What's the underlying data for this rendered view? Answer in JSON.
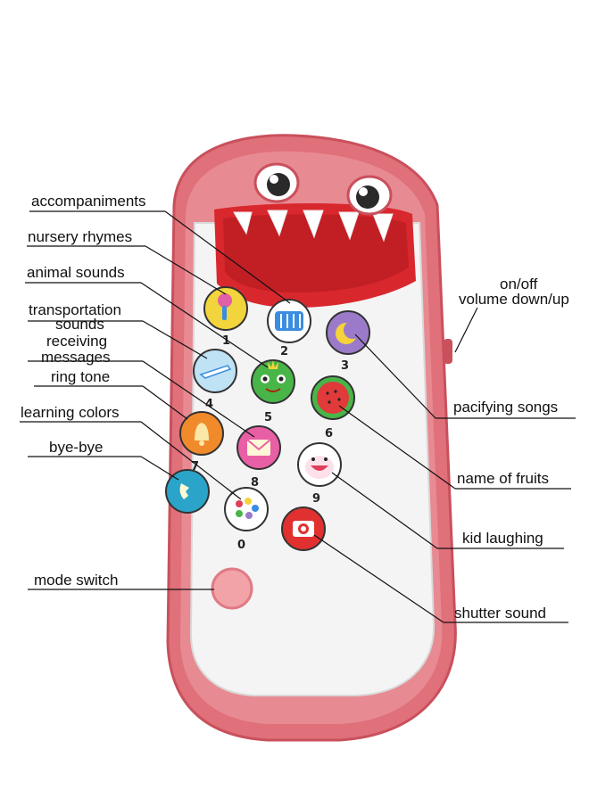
{
  "labels": {
    "accompaniments": "accompaniments",
    "nursery_rhymes": "nursery rhymes",
    "animal_sounds": "animal sounds",
    "transportation": "transportation",
    "sounds": "sounds",
    "receiving": "receiving",
    "messages": "messages",
    "ring_tone": "ring tone",
    "learning_colors": "learning colors",
    "bye_bye": "bye-bye",
    "mode_switch": "mode switch",
    "on_off": "on/off",
    "volume": "volume down/up",
    "pacifying_songs": "pacifying songs",
    "name_of_fruits": "name of fruits",
    "kid_laughing": "kid laughing",
    "shutter_sound": "shutter sound"
  },
  "keys": [
    "1",
    "2",
    "3",
    "4",
    "5",
    "6",
    "7",
    "8",
    "9",
    "0"
  ],
  "colors": {
    "case": "#e0707a",
    "case_dark": "#c9505c",
    "mouth": "#d8282e",
    "screen": "#f4f4f4"
  }
}
